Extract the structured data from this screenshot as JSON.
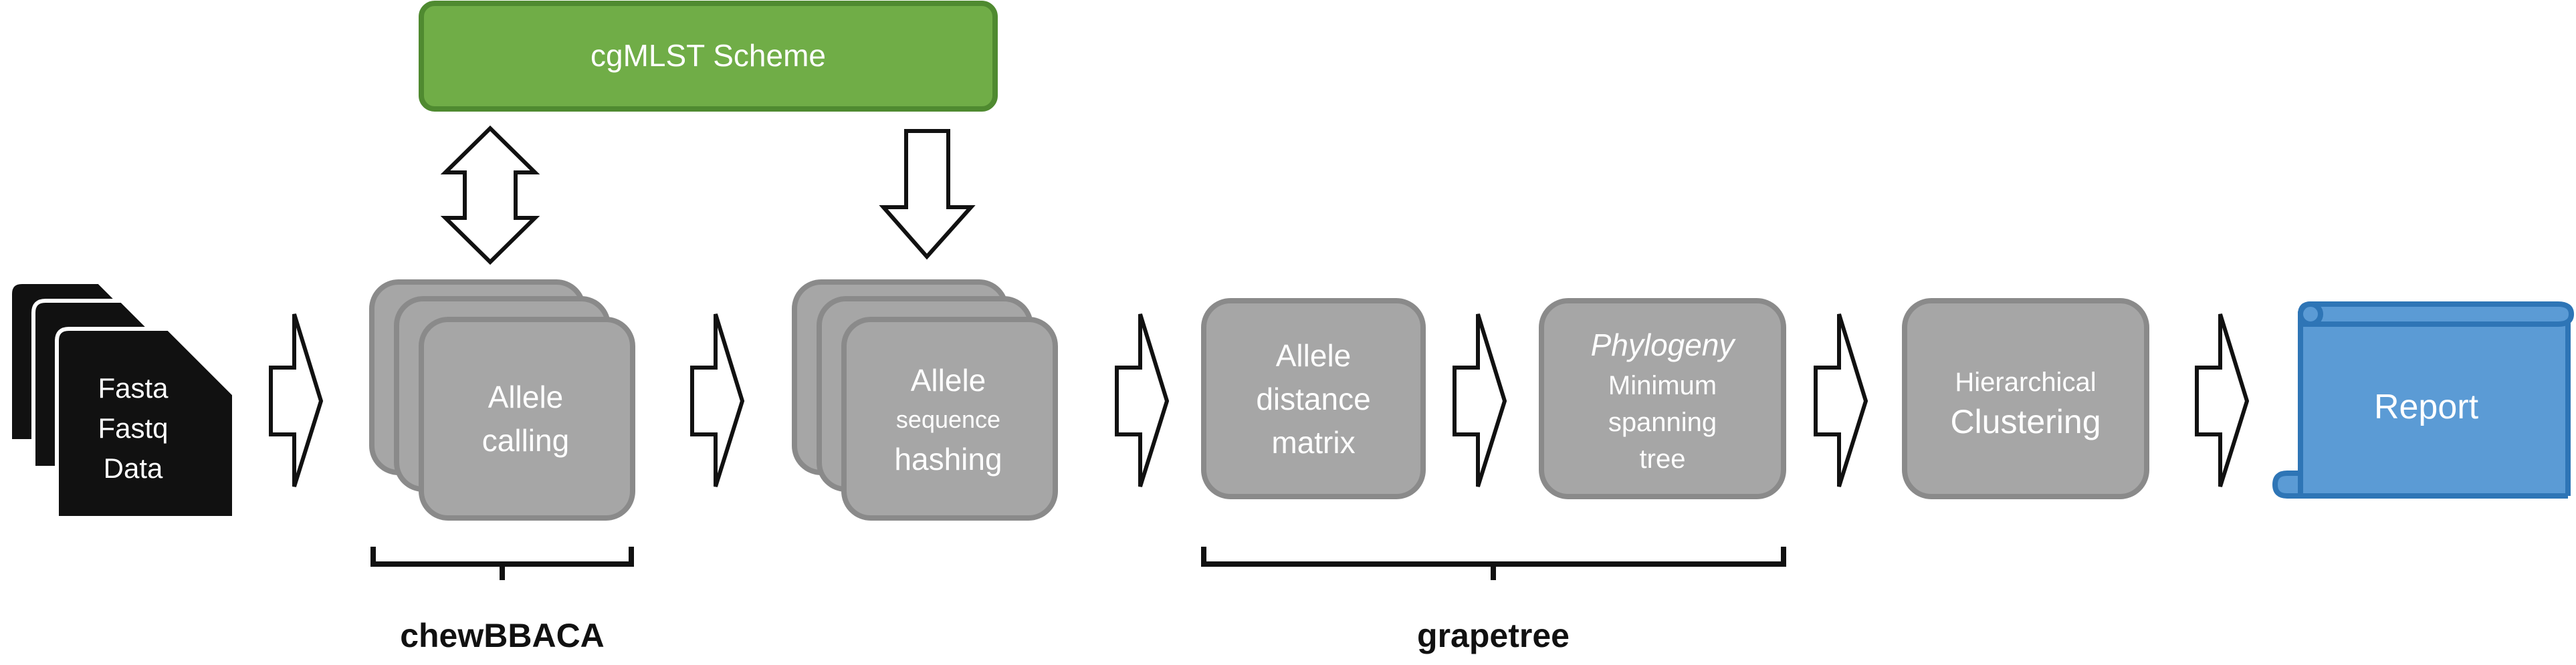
{
  "scheme": {
    "label": "cgMLST Scheme"
  },
  "input": {
    "lines": [
      "Fasta",
      "Fastq",
      "Data"
    ]
  },
  "allele_calling": {
    "lines": [
      "Allele",
      "calling"
    ]
  },
  "allele_hashing": {
    "line1": "Allele",
    "line2": "sequence",
    "line3": "hashing"
  },
  "distance_matrix": {
    "lines": [
      "Allele",
      "distance",
      "matrix"
    ]
  },
  "phylogeny": {
    "title": "Phylogeny",
    "lines": [
      "Minimum",
      "spanning",
      "tree"
    ]
  },
  "clustering": {
    "line1": "Hierarchical",
    "line2": "Clustering"
  },
  "report": {
    "label": "Report"
  },
  "groups": {
    "chewbbaca": "chewBBACA",
    "grapetree": "grapetree"
  },
  "colors": {
    "box_fill": "#a6a6a6",
    "box_stroke": "#8a8a8a",
    "scheme_fill": "#70ad47",
    "scheme_stroke": "#4f8a30",
    "report_fill": "#5b9bd5",
    "report_stroke": "#2e75b6",
    "doc_fill": "#111111"
  }
}
